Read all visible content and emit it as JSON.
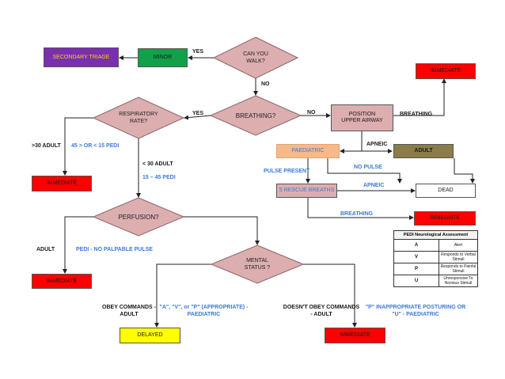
{
  "nodes": {
    "secondary_triage": "SECONDARY TRIAGE",
    "minor": "MINOR",
    "can_you_walk": "CAN YOU WALK?",
    "immediate_top": "IMMEDIATE",
    "respiratory_rate": "RESPIRATORY RATE?",
    "breathing": "BREATHING?",
    "position_airway": "POSITION UPPER AIRWAY",
    "immediate_left": "IMMEDIATE",
    "paediatric": "PAEDIATRIC",
    "adult": "ADULT",
    "rescue_breaths": "5 RESCUE BREATHS",
    "dead": "DEAD",
    "immediate_breathing": "IMMEDIATE",
    "perfusion": "PERFUSION?",
    "immediate_perfusion": "IMMEDIATE",
    "mental_status": "MENTAL STATUS ?",
    "delayed": "DELAYED",
    "immediate_bottom": "IMMEDIATE"
  },
  "edge_labels": {
    "yes_walk": "YES",
    "no_walk": "NO",
    "yes_breathing": "YES",
    "no_breathing": "NO",
    "breathing_up": "BREATHING",
    "apneic": "APNEIC",
    "pulse_present": "PULSE PRESENT",
    "no_pulse": "NO PULSE",
    "apneic2": "APNEIC",
    "breathing2": "BREATHING",
    "gt30_adult": ">30 ADULT",
    "pedi_rate": "45 > OR < 15 PEDI",
    "lt30_adult": "< 30 ADULT",
    "pedi_range": "15 – 45 PEDI",
    "adult_perf": "ADULT",
    "pedi_no_pulse": "PEDI - NO PALPABLE PULSE",
    "obey_commands": "OBEY COMMANDS - ADULT",
    "avp_appropriate": "\"A\", \"V\", or \"P\" (APPROPRIATE) - PAEDIATRIC",
    "doesnt_obey": "DOESN'T OBEY COMMANDS - ADULT",
    "p_inappropriate": "\"P\" INAPPROPRIATE POSTURING OR \"U\" - PAEDIATRIC"
  },
  "legend": {
    "title": "PEDI Neurological Assessment",
    "rows": [
      {
        "key": "A",
        "value": "Alert"
      },
      {
        "key": "V",
        "value": "Responds to Verbal Stimuli"
      },
      {
        "key": "P",
        "value": "Responds to Painful Stimuli"
      },
      {
        "key": "U",
        "value": "Unresponsive To Noxious Stimuli"
      }
    ]
  },
  "colors": {
    "diamond_fill": "#dcaeb0",
    "diamond_stroke": "#8a6466",
    "immediate": "#ff0000",
    "minor": "#12a04a",
    "secondary_triage": "#7a2fb0",
    "secondary_triage_text": "#f2d600",
    "delayed": "#ffff00",
    "paediatric": "#f7b98a",
    "adult": "#8b7d4a",
    "position_airway": "#dcaeb0",
    "rescue_breaths": "#dcaeb0",
    "label_blue": "#3a7bd5"
  }
}
